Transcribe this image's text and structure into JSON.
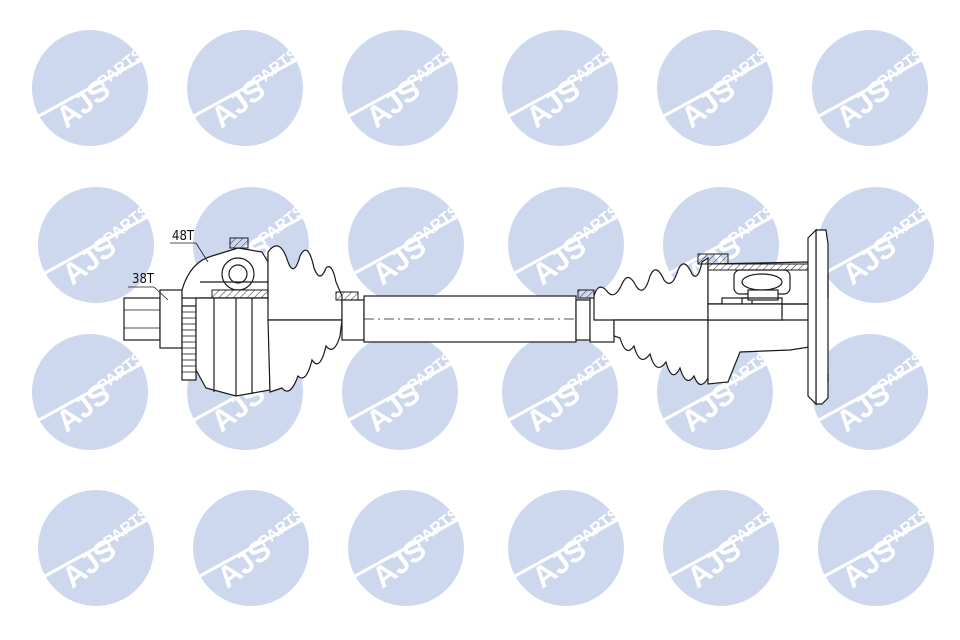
{
  "watermark": {
    "text": "AJS",
    "sub": "PARTS",
    "color": "#c8d4ee"
  },
  "labels": {
    "spline_outer": "38T",
    "spline_inner": "48T"
  }
}
